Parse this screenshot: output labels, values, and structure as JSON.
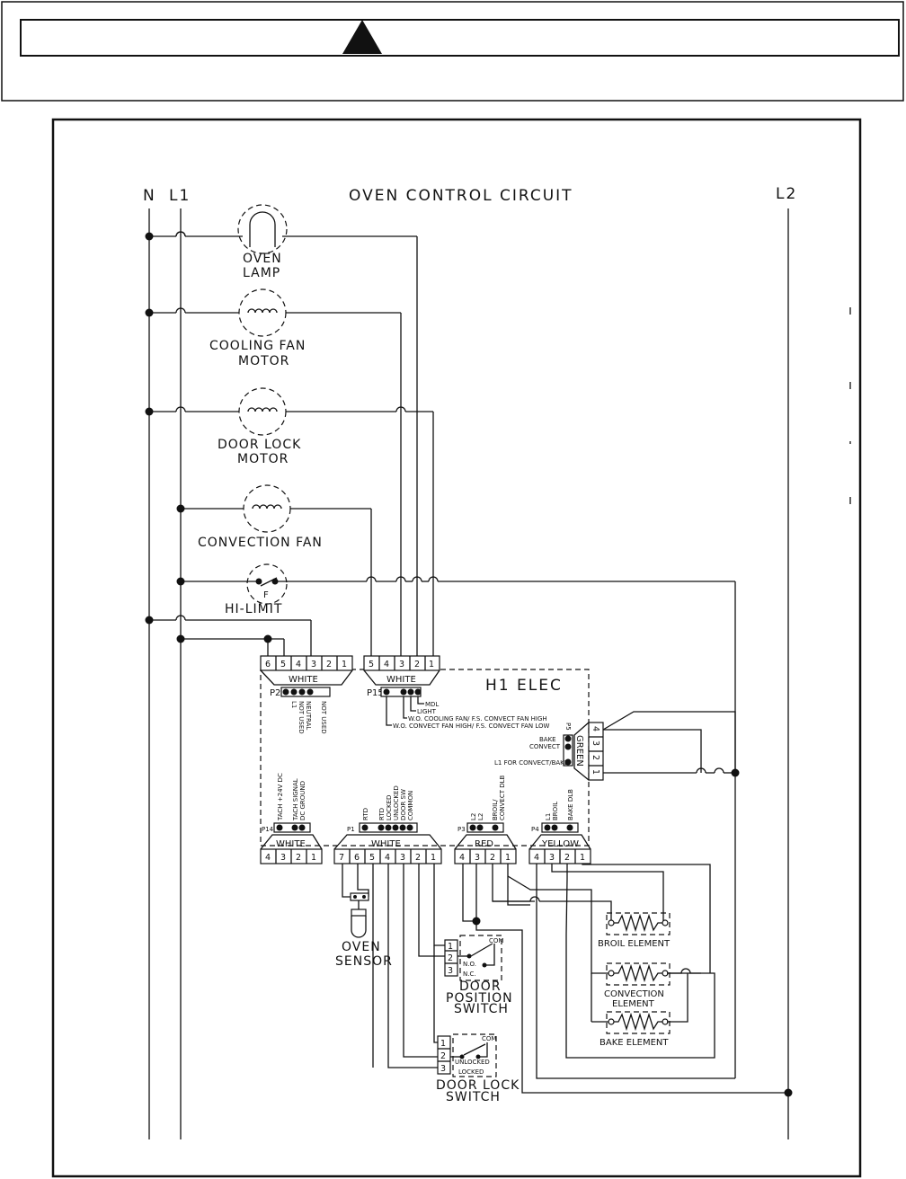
{
  "warning_header": {
    "banner_text": ""
  },
  "title": "OVEN CONTROL CIRCUIT",
  "rails": {
    "n": "N",
    "l1": "L1",
    "l2": "L2"
  },
  "components": {
    "oven_lamp": [
      "OVEN",
      "LAMP"
    ],
    "cooling_fan_motor": [
      "COOLING FAN",
      "MOTOR"
    ],
    "door_lock_motor": [
      "DOOR LOCK",
      "MOTOR"
    ],
    "convection_fan": "CONVECTION FAN",
    "hi_limit": "HI-LIMIT",
    "oven_sensor": [
      "OVEN",
      "SENSOR"
    ],
    "door_position_switch": [
      "DOOR",
      "POSITION",
      "SWITCH"
    ],
    "door_lock_switch": [
      "DOOR LOCK",
      "SWITCH"
    ],
    "broil_element": "BROIL ELEMENT",
    "convection_element": [
      "CONVECTION",
      "ELEMENT"
    ],
    "bake_element": "BAKE ELEMENT",
    "hi_limit_symbol": "F"
  },
  "control": {
    "name": "H1 ELEC",
    "p2": {
      "id": "P2",
      "color": "WHITE",
      "pins": [
        "6",
        "5",
        "4",
        "3",
        "2",
        "1"
      ],
      "labels": [
        "L1",
        "NOT USED",
        "NEUTRAL",
        "NOT USED"
      ]
    },
    "p15": {
      "id": "P15",
      "color": "WHITE",
      "pins": [
        "5",
        "4",
        "3",
        "2",
        "1"
      ],
      "labels": [
        "MDL",
        "LIGHT",
        "W.O. COOLING FAN/ F.S. CONVECT FAN HIGH",
        "W.O. CONVECT FAN HIGH/ F.S. CONVECT FAN LOW"
      ]
    },
    "p5": {
      "id": "P5",
      "color": "GREEN",
      "pins": [
        "4",
        "3",
        "2",
        "1"
      ],
      "labels": [
        "BAKE",
        "CONVECT",
        "L1 FOR CONVECT/BAKE"
      ]
    },
    "p14": {
      "id": "P14",
      "color": "WHITE",
      "pins": [
        "4",
        "3",
        "2",
        "1"
      ],
      "labels": [
        "TACH +24V DC",
        "TACH SIGNAL",
        "DC GROUND"
      ]
    },
    "p1": {
      "id": "P1",
      "color": "WHITE",
      "pins": [
        "7",
        "6",
        "5",
        "4",
        "3",
        "2",
        "1"
      ],
      "labels": [
        "RTD",
        "RTD",
        "LOCKED",
        "UNLOCKED",
        "DOOR SW",
        "COMMON"
      ]
    },
    "p3": {
      "id": "P3",
      "color": "RED",
      "pins": [
        "4",
        "3",
        "2",
        "1"
      ],
      "labels": [
        "L2",
        "L2",
        "BROIL/",
        "CONVECT DLB"
      ]
    },
    "p4": {
      "id": "P4",
      "color": "YELLOW",
      "pins": [
        "4",
        "3",
        "2",
        "1"
      ],
      "labels": [
        "L1",
        "BROIL",
        "BAKE DLB"
      ]
    }
  },
  "switch_pins": {
    "door_position": [
      "1",
      "2",
      "3"
    ],
    "door_lock": [
      "1",
      "2",
      "3"
    ],
    "com": "COM",
    "no": "N.O.",
    "nc": "N.C.",
    "unlocked": "UNLOCKED",
    "locked": "LOCKED"
  }
}
